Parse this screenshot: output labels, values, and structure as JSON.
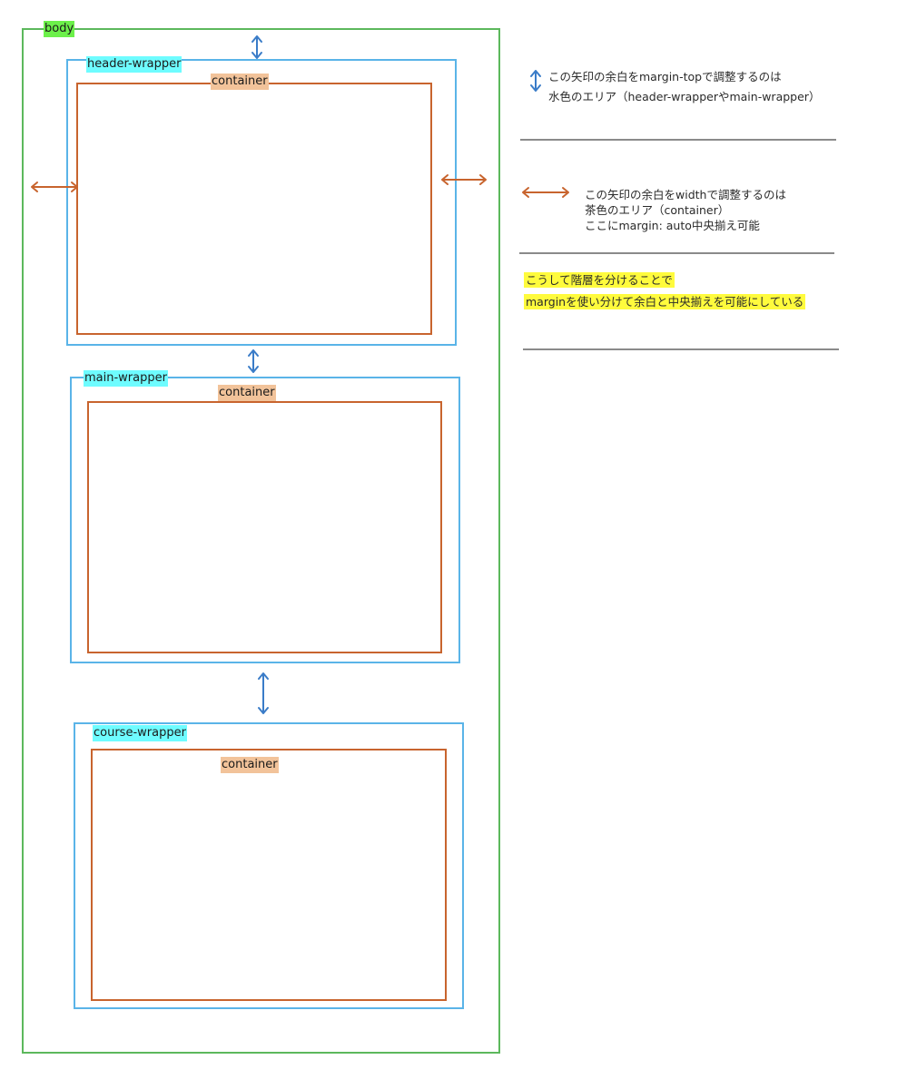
{
  "diagram": {
    "body": {
      "label": "body",
      "color": "#5cb85c",
      "label_bg": "#6cf04a"
    },
    "wrappers": [
      {
        "label": "header-wrapper",
        "container_label": "container"
      },
      {
        "label": "main-wrapper",
        "container_label": "container"
      },
      {
        "label": "course-wrapper",
        "container_label": "container"
      }
    ],
    "colors": {
      "wrapper_border": "#5ab4e8",
      "wrapper_label_bg": "#6efcff",
      "container_border": "#c8642e",
      "container_label_bg": "#f2c39a",
      "vertical_arrow": "#3a7cc8",
      "horizontal_arrow": "#c8642e",
      "highlight": "#fffb3d"
    }
  },
  "legend": {
    "vertical_arrow": {
      "icon": "vertical-double-arrow-icon",
      "line1": "この矢印の余白をmargin-topで調整するのは",
      "line2": "水色のエリア（header-wrapperやmain-wrapper）"
    },
    "horizontal_arrow": {
      "icon": "horizontal-double-arrow-icon",
      "line1": "この矢印の余白をwidthで調整するのは",
      "line2": "茶色のエリア（container）",
      "line3": "ここにmargin: auto中央揃え可能"
    },
    "summary": {
      "line1": "こうして階層を分けることで",
      "line2": "marginを使い分けて余白と中央揃えを可能にしている"
    }
  }
}
